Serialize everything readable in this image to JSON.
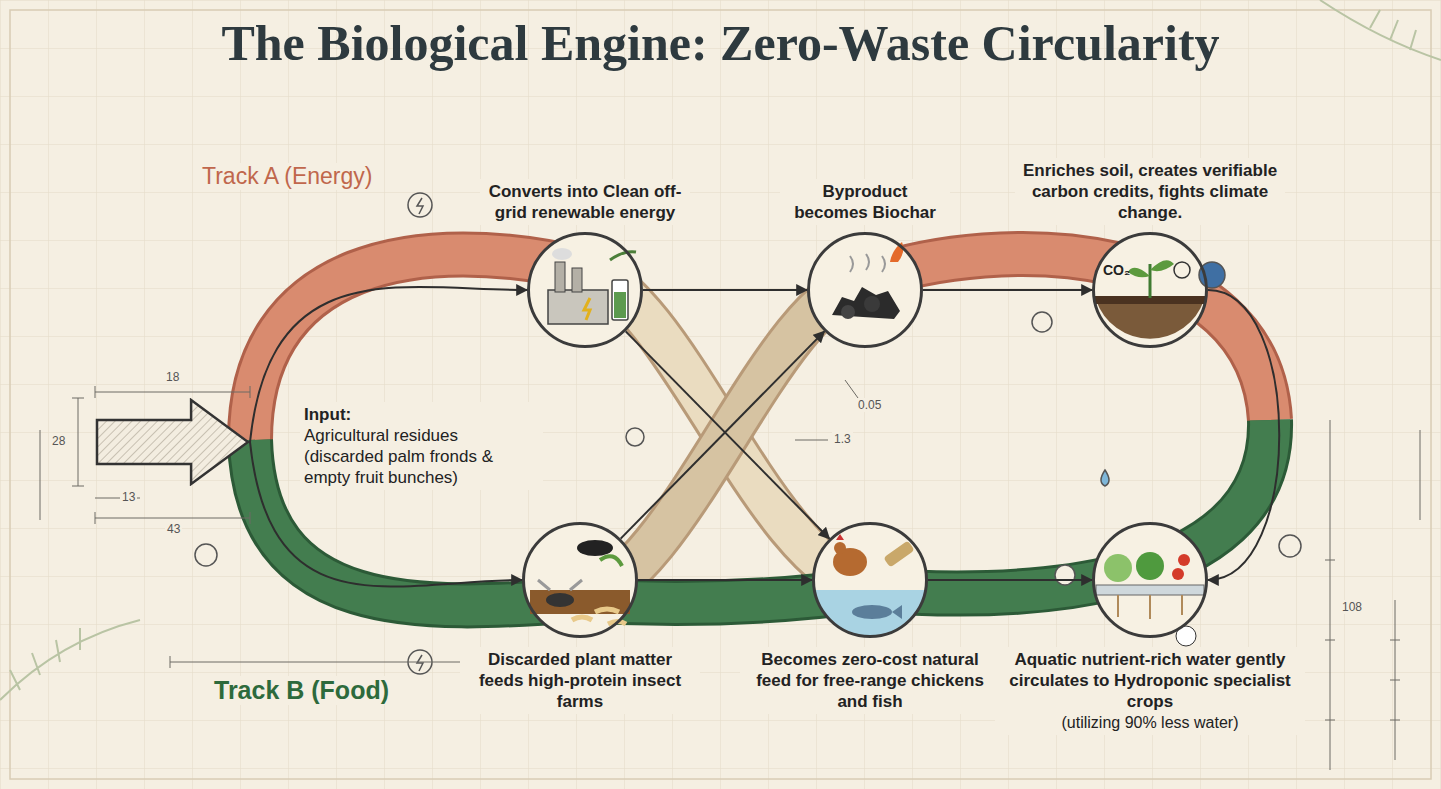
{
  "diagram": {
    "title": "The Biological Engine: Zero-Waste Circularity",
    "nodes": [
      {
        "text": [
          "Input:",
          "Agricultural residues (discarded palm fronds & empty fruit bunches)"
        ]
      },
      {
        "text": [
          "Converts into Clean off-grid renewable energy"
        ]
      },
      {
        "text": [
          "Byproduct becomes Biochar"
        ]
      },
      {
        "text": [
          "Enriches soil, creates verifiable carbon credits, fights climate change."
        ]
      },
      {
        "text": [
          "Discarded plant matter feeds high-protein insect farms"
        ]
      },
      {
        "text": [
          "Becomes zero-cost natural feed for free-range chickens and fish"
        ]
      },
      {
        "text": [
          "Aquatic nutrient-rich water gently circulates to Hydroponic specialist crops",
          "(utilizing 90% less water)"
        ]
      }
    ],
    "edges": [
      {
        "from": 0,
        "to": 1,
        "arrow": "to"
      },
      {
        "from": 0,
        "to": 4,
        "arrow": "to"
      },
      {
        "from": 1,
        "to": 2,
        "arrow": "to"
      },
      {
        "from": 1,
        "to": 5,
        "arrow": "to"
      },
      {
        "from": 4,
        "to": 2,
        "arrow": "to"
      },
      {
        "from": 4,
        "to": 5,
        "arrow": "to"
      },
      {
        "from": 2,
        "to": 3,
        "arrow": "to"
      },
      {
        "from": 5,
        "to": 6,
        "arrow": "to"
      },
      {
        "from": 3,
        "to": 6,
        "arrow": "to"
      }
    ],
    "labels": [
      "Track A (Energy)",
      "Track B (Food)",
      "18",
      "28",
      "13",
      "43",
      "0.05",
      "1.3",
      "108",
      "CO₂"
    ]
  }
}
